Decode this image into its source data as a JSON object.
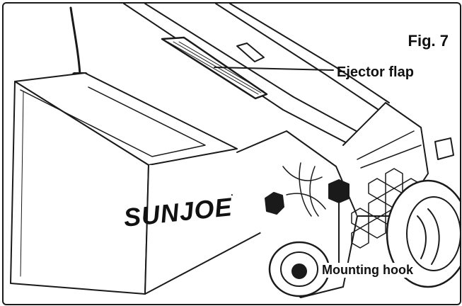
{
  "figure": {
    "number_label": "Fig. 7",
    "brand": "SUNJOE",
    "callouts": {
      "ejector_flap": "Ejector flap",
      "mounting_hook": "Mounting hook"
    }
  }
}
